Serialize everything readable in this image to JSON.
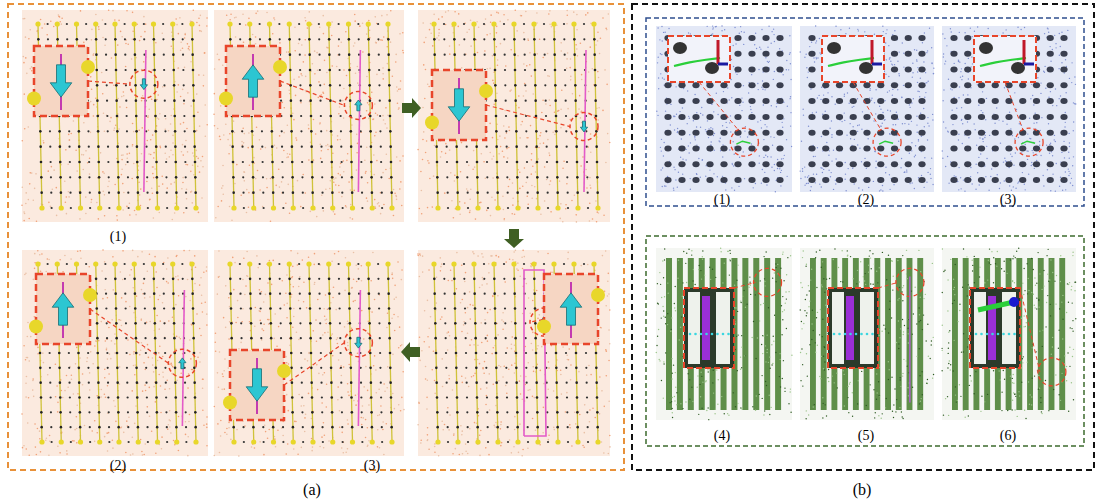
{
  "diagram": {
    "labels": [
      "(1)",
      "(2)",
      "(3)",
      "(a)",
      "(1)",
      "(2)",
      "(3)",
      "(4)",
      "(5)",
      "(6)",
      "(b)"
    ]
  }
}
